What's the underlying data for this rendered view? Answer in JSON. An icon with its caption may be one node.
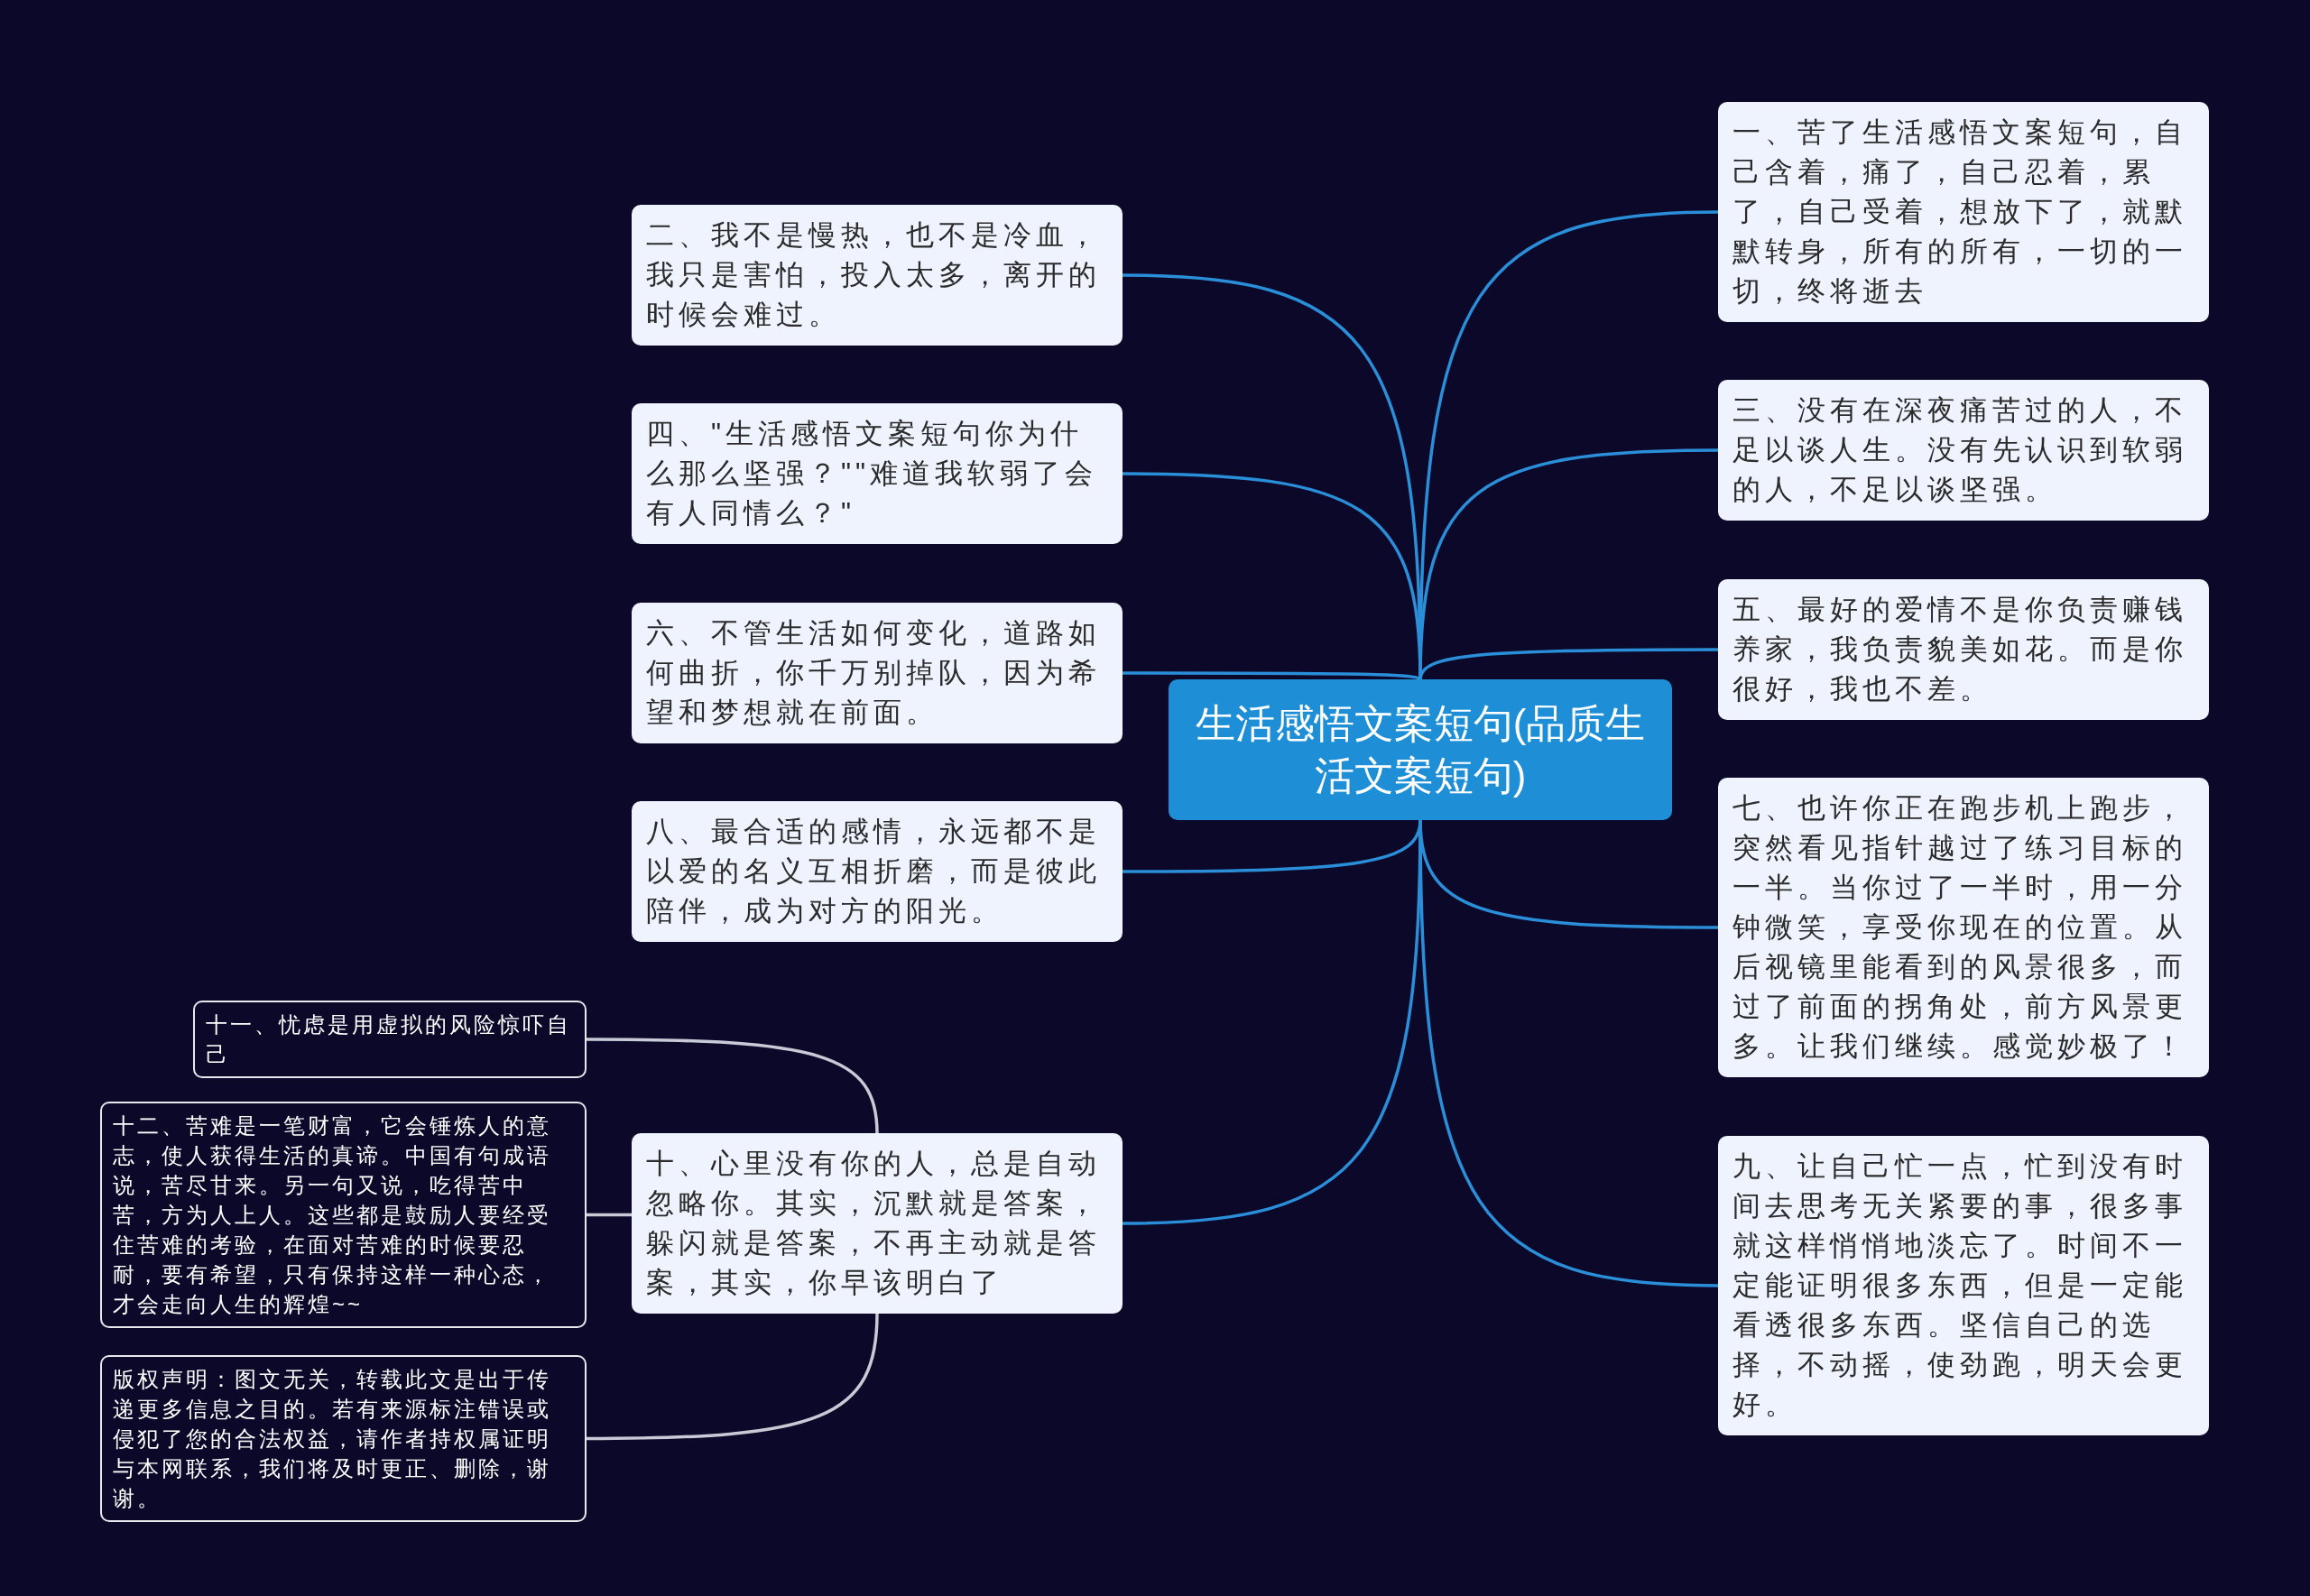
{
  "diagram": {
    "nodes": [
      {
        "text": [
          "生活感悟文案短句(品质生活文案短句)"
        ]
      },
      {
        "text": [
          "一、苦了生活感悟文案短句，自己含着，痛了，自己忍着，累了，自己受着，想放下了，就默默转身，所有的所有，一切的一切，终将逝去"
        ]
      },
      {
        "text": [
          "二、我不是慢热，也不是冷血，我只是害怕，投入太多，离开的时候会难过。"
        ]
      },
      {
        "text": [
          "三、没有在深夜痛苦过的人，不足以谈人生。没有先认识到软弱的人，不足以谈坚强。"
        ]
      },
      {
        "text": [
          "四、\"生活感悟文案短句你为什么那么坚强？\"\"难道我软弱了会有人同情么？\""
        ]
      },
      {
        "text": [
          "五、最好的爱情不是你负责赚钱养家，我负责貌美如花。而是你很好，我也不差。"
        ]
      },
      {
        "text": [
          "六、不管生活如何变化，道路如何曲折，你千万别掉队，因为希望和梦想就在前面。"
        ]
      },
      {
        "text": [
          "七、也许你正在跑步机上跑步，突然看见指针越过了练习目标的一半。当你过了一半时，用一分钟微笑，享受你现在的位置。从后视镜里能看到的风景很多，而过了前面的拐角处，前方风景更多。让我们继续。感觉妙极了！"
        ]
      },
      {
        "text": [
          "八、最合适的感情，永远都不是以爱的名义互相折磨，而是彼此陪伴，成为对方的阳光。"
        ]
      },
      {
        "text": [
          "九、让自己忙一点，忙到没有时间去思考无关紧要的事，很多事就这样悄悄地淡忘了。时间不一定能证明很多东西，但是一定能看透很多东西。坚信自己的选择，不动摇，使劲跑，明天会更好。"
        ]
      },
      {
        "text": [
          "十、心里没有你的人，总是自动忽略你。其实，沉默就是答案，躲闪就是答案，不再主动就是答案，其实，你早该明白了"
        ]
      },
      {
        "text": [
          "十一、忧虑是用虚拟的风险惊吓自己"
        ]
      },
      {
        "text": [
          "十二、苦难是一笔财富，它会锤炼人的意志，使人获得生活的真谛。中国有句成语说，苦尽甘来。另一句又说，吃得苦中苦，方为人上人。这些都是鼓励人要经受住苦难的考验，在面对苦难的时候要忍耐，要有希望，只有保持这样一种心态，才会走向人生的辉煌~~"
        ]
      },
      {
        "text": [
          "版权声明：图文无关，转载此文是出于传递更多信息之目的。若有来源标注错误或侵犯了您的合法权益，请作者持权属证明与本网联系，我们将及时更正、删除，谢谢。"
        ]
      }
    ],
    "edges": [
      {
        "from": 0,
        "to": 1,
        "arrow": "none"
      },
      {
        "from": 0,
        "to": 2,
        "arrow": "none"
      },
      {
        "from": 0,
        "to": 3,
        "arrow": "none"
      },
      {
        "from": 0,
        "to": 4,
        "arrow": "none"
      },
      {
        "from": 0,
        "to": 5,
        "arrow": "none"
      },
      {
        "from": 0,
        "to": 6,
        "arrow": "none"
      },
      {
        "from": 0,
        "to": 7,
        "arrow": "none"
      },
      {
        "from": 0,
        "to": 8,
        "arrow": "none"
      },
      {
        "from": 0,
        "to": 9,
        "arrow": "none"
      },
      {
        "from": 0,
        "to": 10,
        "arrow": "none"
      },
      {
        "from": 10,
        "to": 11,
        "arrow": "none",
        "color": "#c8cbd6"
      },
      {
        "from": 10,
        "to": 12,
        "arrow": "none",
        "color": "#c8cbd6"
      },
      {
        "from": 10,
        "to": 13,
        "arrow": "none",
        "color": "#c8cbd6"
      }
    ]
  }
}
